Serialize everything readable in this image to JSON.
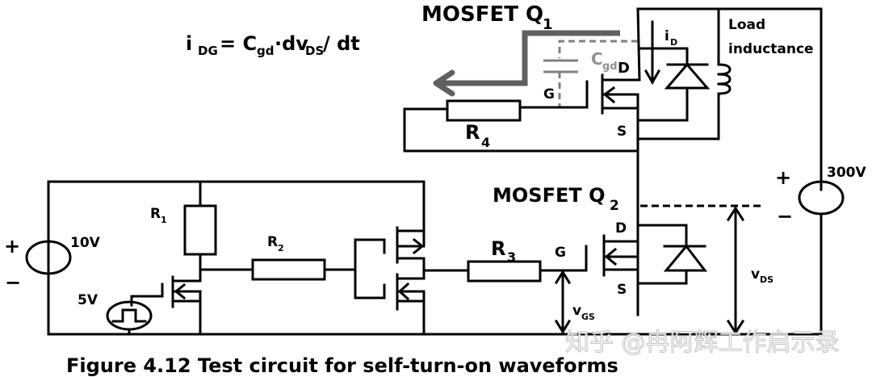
{
  "diagram": {
    "equation": {
      "i": "i",
      "i_sub": "DG",
      "eq": " = C",
      "c_sub": "gd",
      "mid": "·dv",
      "v_sub": "DS",
      "tail": " / dt"
    },
    "q1": {
      "label": "MOSFET Q",
      "sub": "1",
      "drain": "D",
      "gate": "G",
      "source": "S"
    },
    "q2": {
      "label": "MOSFET Q",
      "sub": "2",
      "drain": "D",
      "gate": "G",
      "source": "S"
    },
    "cgd": {
      "main": "C",
      "sub": "gd"
    },
    "id": {
      "main": "i",
      "sub": "D"
    },
    "load": {
      "line1": "Load",
      "line2": "inductance"
    },
    "resistors": [
      {
        "main": "R",
        "sub": "1"
      },
      {
        "main": "R",
        "sub": "2"
      },
      {
        "main": "R",
        "sub": "3"
      },
      {
        "main": "R",
        "sub": "4"
      }
    ],
    "supply_300v": {
      "value": "300V",
      "plus": "+",
      "minus": "−"
    },
    "supply_10v": {
      "value": "10V",
      "plus": "+",
      "minus": "−"
    },
    "pulse_source": {
      "value": "5V"
    },
    "vgs": {
      "main": "v",
      "sub": "GS"
    },
    "vds": {
      "main": "v",
      "sub": "DS"
    },
    "colors": {
      "wire": "#000000",
      "highlight": "#606060",
      "parasitic": "#808080"
    }
  },
  "caption": "Figure 4.12 Test circuit for self-turn-on waveforms",
  "watermark": "知乎 @冉阿辉工作启示录"
}
